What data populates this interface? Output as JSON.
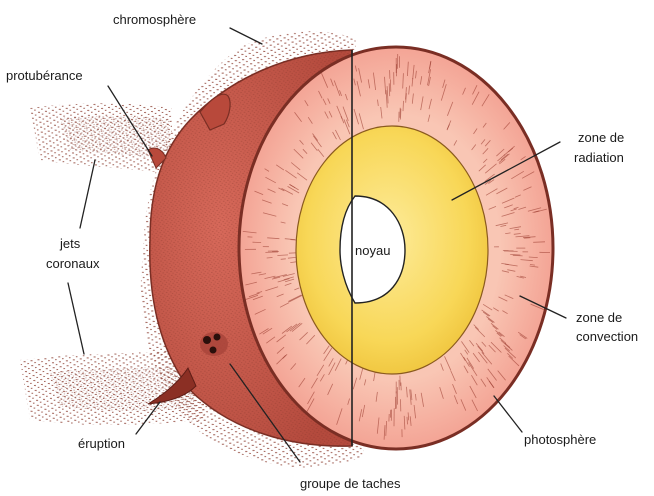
{
  "diagram": {
    "labels": {
      "chromosphere": "chromosphère",
      "protuberance": "protubérance",
      "jets_line1": "jets",
      "jets_line2": "coronaux",
      "eruption": "éruption",
      "sunspots": "groupe de taches",
      "photosphere": "photosphère",
      "convection_line1": "zone de",
      "convection_line2": "convection",
      "radiation_line1": "zone de",
      "radiation_line2": "radiation",
      "core": "noyau"
    },
    "colors": {
      "outer_body": "#c8584a",
      "photosphere_face": "#f4a89e",
      "radiation_zone": "#f6d14a",
      "core": "#ffffff",
      "corona_stipple": "#8a3b2e"
    }
  }
}
